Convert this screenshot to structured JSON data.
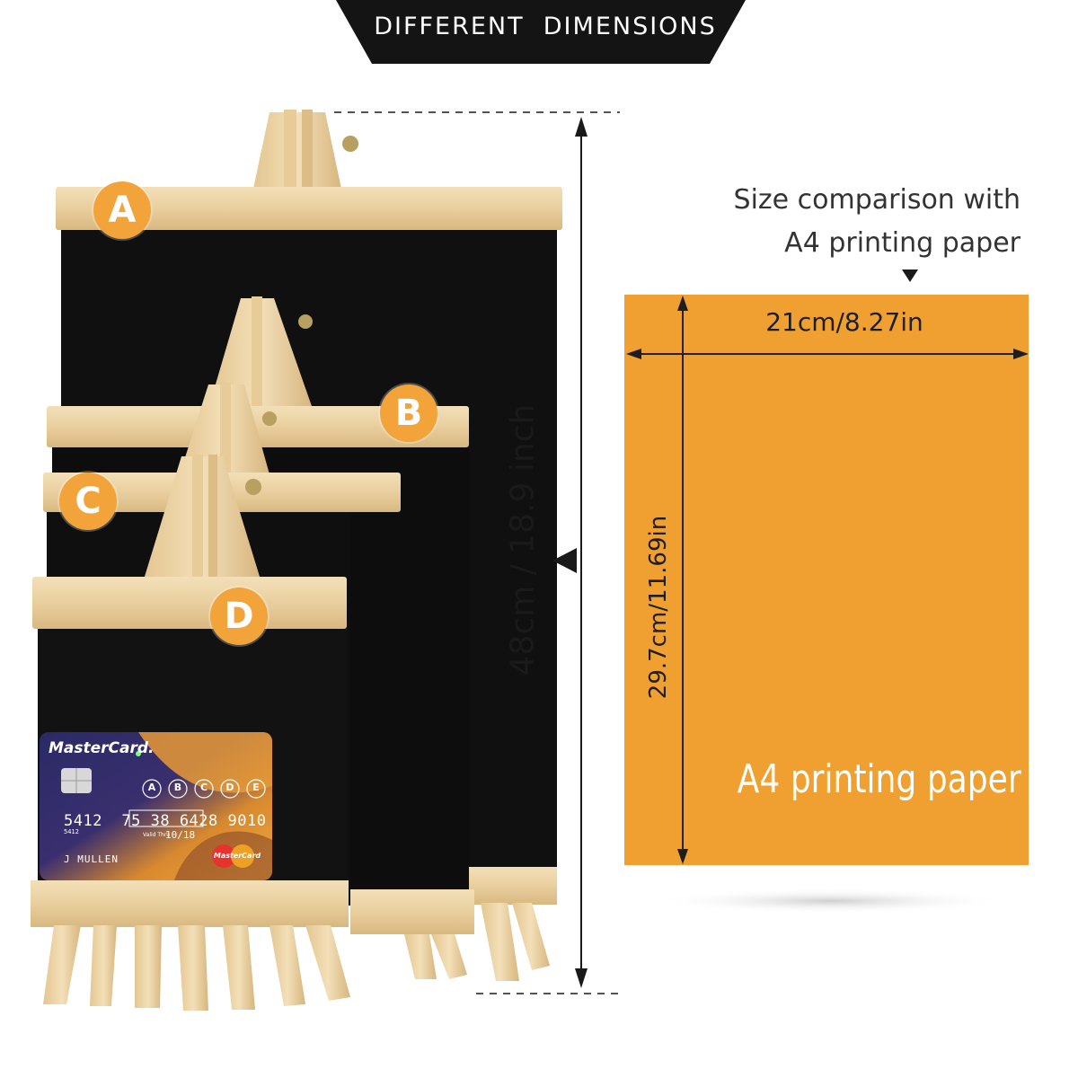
{
  "banner": {
    "title": "DIFFERENT  DIMENSIONS"
  },
  "comparison": {
    "caption_line1": "Size comparison with",
    "caption_line2": "A4 printing paper"
  },
  "a4": {
    "width_label": "21cm/8.27in",
    "height_label": "29.7cm/11.69in",
    "label": "A4 printing paper",
    "color": "#f0a030"
  },
  "easel": {
    "height_label": "48cm / 18.9 inch",
    "badges": [
      "A",
      "B",
      "C",
      "D"
    ],
    "badge_color": "#f2a33a",
    "board_color": "#111111",
    "wood_color": "#ecd3a6"
  },
  "card": {
    "brand": "MasterCard.",
    "number": "5412  75 38 6428 9010",
    "number_small": "5412",
    "valid_thru": "Valid Thru",
    "expiry": "10/18",
    "holder": "J MULLEN",
    "logo_text": "MasterCard",
    "letters": [
      "A",
      "B",
      "C",
      "D",
      "E"
    ]
  }
}
